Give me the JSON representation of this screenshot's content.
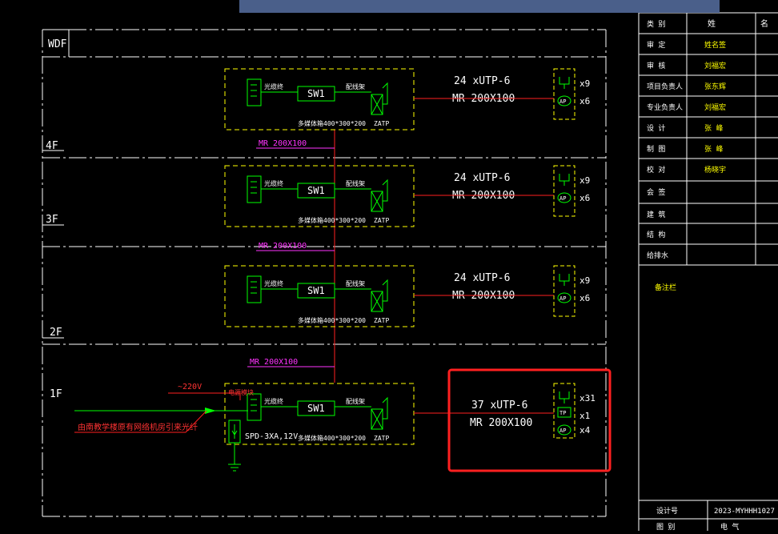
{
  "floors": [
    {
      "label": "4F",
      "sw": "SW1",
      "cable": "24 xUTP-6",
      "tray": "MR 200X100",
      "counts": [
        "x9",
        "x6"
      ],
      "riser": "MR  200X100",
      "cab_label": "多媒体箱400*300*200",
      "patch": "ZATP",
      "fiber_label": "光缆终",
      "patch_label": "配线架"
    },
    {
      "label": "3F",
      "sw": "SW1",
      "cable": "24 xUTP-6",
      "tray": "MR 200X100",
      "counts": [
        "x9",
        "x6"
      ],
      "riser": "MR  200X100",
      "cab_label": "多媒体箱400*300*200",
      "patch": "ZATP",
      "fiber_label": "光缆终",
      "patch_label": "配线架"
    },
    {
      "label": "2F",
      "sw": "SW1",
      "cable": "24 xUTP-6",
      "tray": "MR 200X100",
      "counts": [
        "x9",
        "x6"
      ],
      "riser": "MR  200X100",
      "cab_label": "多媒体箱400*300*200",
      "patch": "ZATP",
      "fiber_label": "光缆终",
      "patch_label": "配线架"
    },
    {
      "label": "1F",
      "sw": "SW1",
      "cable": "37 xUTP-6",
      "tray": "MR 200X100",
      "counts": [
        "x31",
        "x1",
        "x4"
      ],
      "cab_label": "多媒体箱400*300*200",
      "patch": "ZATP",
      "fiber_label": "光缆终",
      "patch_label": "配线架"
    }
  ],
  "wdf": "WDF",
  "voltage": "~220V",
  "power_label": "电源模块",
  "spd": "SPD-3XA,12V",
  "incoming": "由南教学楼原有网络机房引来光纤",
  "socket_tp": "TP",
  "socket_ap": "AP",
  "title_block": {
    "rows": [
      "类 别",
      "审 定",
      "审 核",
      "项目负责人",
      "专业负责人",
      "设 计",
      "制 图",
      "校 对",
      "会 签",
      "建 筑",
      "结 构",
      "给排水"
    ],
    "names": [
      "",
      "姓名签",
      "刘福宏",
      "张东辉",
      "刘福宏",
      "张 峰",
      "张 峰",
      "杨晓宇"
    ],
    "col2_header": "姓",
    "col3_header": "名",
    "notes_label": "备注栏",
    "drawing_no_label": "设计号",
    "drawing_no": "2023-MYHHH1027",
    "bottom_left": "图 别",
    "bottom_right": "电 气"
  },
  "colors": {
    "frame": "#ffffff",
    "box": "#ffff00",
    "device": "#00ff00",
    "cable": "#ff2020",
    "tray": "#ff33ff",
    "highlight": "#ff2020"
  }
}
